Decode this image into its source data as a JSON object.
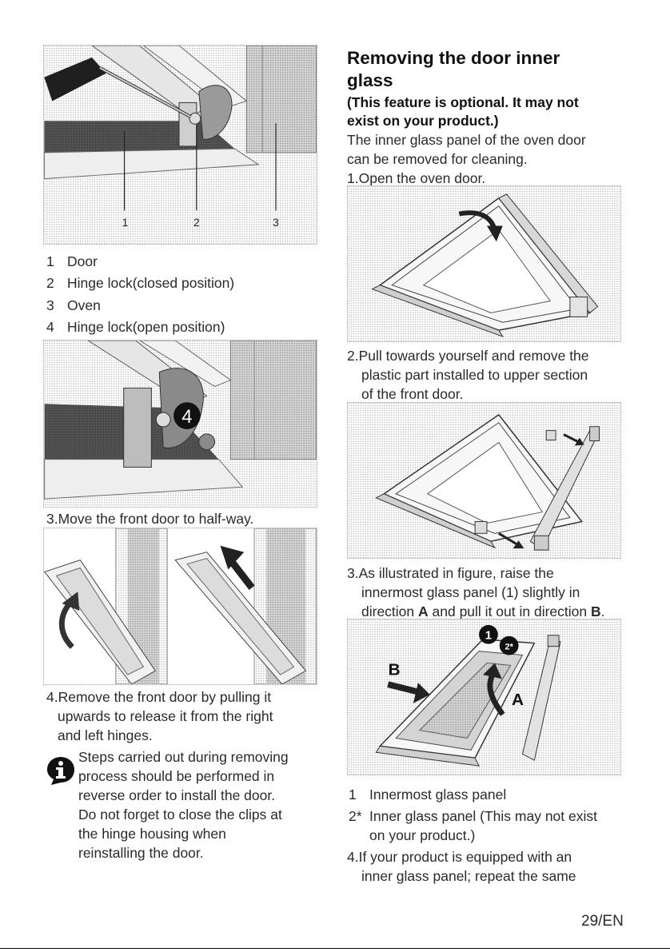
{
  "left": {
    "fig1_labels": [
      "1",
      "2",
      "3"
    ],
    "legend": [
      {
        "num": "1",
        "text": "Door"
      },
      {
        "num": "2",
        "text": "Hinge lock(closed position)"
      },
      {
        "num": "3",
        "text": "Oven"
      },
      {
        "num": "4",
        "text": "Hinge lock(open position)"
      }
    ],
    "fig2_badge": "4",
    "step3": "3.Move the front door to half-way.",
    "step4": [
      "4.Remove the front door by pulling it",
      "upwards to release it from the right",
      "and left hinges."
    ],
    "info_icon": "info-icon",
    "note": [
      "Steps carried out during removing",
      "process should be performed in",
      "reverse order to install the door.",
      "Do not forget to close the clips at",
      "the hinge housing when",
      "reinstalling the door."
    ]
  },
  "right": {
    "title": [
      "Removing the door inner",
      "glass"
    ],
    "subtitle": [
      "(This feature is optional. It may not",
      "exist on your product.)"
    ],
    "intro": [
      "The inner glass panel of the oven door",
      "can be removed for cleaning."
    ],
    "step1": "1.Open the oven door.",
    "step2": [
      "2.Pull towards yourself and remove the",
      "plastic part installed to upper section",
      "of the front door."
    ],
    "step3": {
      "line1": "3.As illustrated in figure, raise the",
      "line2": "innermost glass panel (1) slightly in",
      "line3_a": "direction ",
      "line3_A": "A",
      "line3_b": " and pull it out in direction ",
      "line3_B": "B",
      "line3_end": "."
    },
    "fig_labels": {
      "b1": "1",
      "b2": "2*",
      "A": "A",
      "B": "B"
    },
    "legend": [
      {
        "num": "1",
        "text": "Innermost glass panel"
      },
      {
        "num": "2*",
        "text": "Inner glass panel (This may not exist"
      },
      {
        "num": "",
        "text": "on your product.)"
      }
    ],
    "step4": [
      "4.If your product is equipped with an",
      "inner glass panel; repeat the same"
    ]
  },
  "page_number": "29/EN"
}
